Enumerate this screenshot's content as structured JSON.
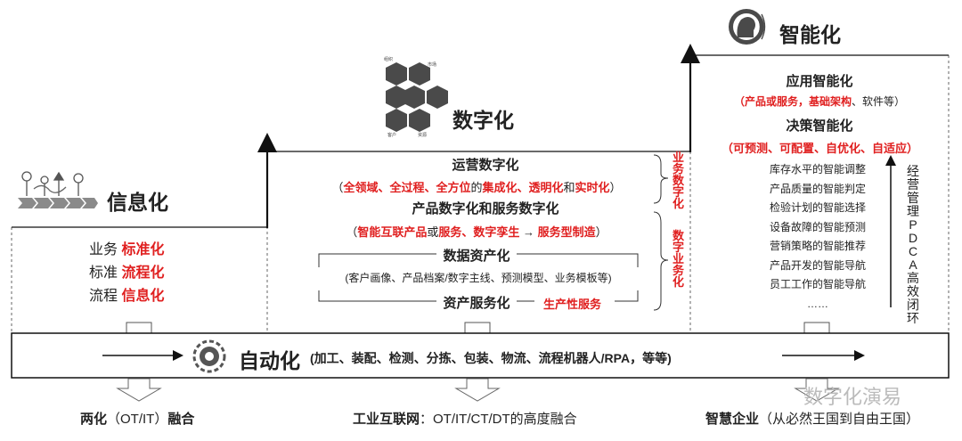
{
  "stages": {
    "info": {
      "title": "信息化",
      "rows": [
        {
          "label": "业务",
          "value": "标准化"
        },
        {
          "label": "标准",
          "value": "流程化"
        },
        {
          "label": "流程",
          "value": "信息化"
        }
      ]
    },
    "digital": {
      "title": "数字化",
      "hex_labels": [
        "组织",
        "市场",
        "客户",
        "资源"
      ],
      "ops_title": "运营数字化",
      "ops_parts": [
        {
          "text": "（",
          "red": false
        },
        {
          "text": "全领域、全过程、全方位",
          "red": true
        },
        {
          "text": "的",
          "red": false
        },
        {
          "text": "集成化、透明化",
          "red": true
        },
        {
          "text": "和",
          "red": false
        },
        {
          "text": "实时化",
          "red": true
        },
        {
          "text": "）",
          "red": false
        }
      ],
      "product_title": "产品数字化和服务数字化",
      "product_parts": [
        {
          "text": "（",
          "red": false
        },
        {
          "text": "智能互联产品",
          "red": true
        },
        {
          "text": "或",
          "red": false
        },
        {
          "text": "服务、数字孪生",
          "red": true
        },
        {
          "text": " → ",
          "red": false
        },
        {
          "text": "服务型制造",
          "red": true
        },
        {
          "text": "）",
          "red": false
        }
      ],
      "data_asset_title": "数据资产化",
      "data_asset_desc": "(客户画像、产品档案/数字主线、预测模型、业务模板等)",
      "asset_service": "资产服务化",
      "productive_service": "生产性服务",
      "side_label_1": "业务数字化",
      "side_label_2": "数字业务化"
    },
    "smart": {
      "title": "智能化",
      "app_title": "应用智能化",
      "app_parts": [
        {
          "text": "（",
          "red": true
        },
        {
          "text": "产品或服务，基础架构",
          "red": true
        },
        {
          "text": "、软件等）",
          "red": false
        }
      ],
      "decision_title": "决策智能化",
      "decision_desc": "（可预测、可配置、自优化、自适应）",
      "items": [
        "库存水平的智能调整",
        "产品质量的智能判定",
        "检验计划的智能选择",
        "设备故障的智能预测",
        "营销策略的智能推荐",
        "产品开发的智能导航",
        "员工工作的智能导航",
        "……"
      ],
      "pdca_label": "经营管理PDCA高效闭环"
    }
  },
  "automation": {
    "title": "自动化",
    "desc": "(加工、装配、检测、分拣、包装、物流、流程机器人/RPA，等等)"
  },
  "bottom": [
    {
      "bold": "两化",
      "normal": "（OT/IT）",
      "bold2": "融合"
    },
    {
      "bold": "工业互联网",
      "normal": "：OT/IT/CT/DT的高度融合",
      "bold2": ""
    },
    {
      "bold": "智慧企业",
      "normal": "（从必然王国到自由王国）",
      "bold2": ""
    }
  ],
  "watermark": "数字化演易",
  "colors": {
    "accent_red": "#e02020",
    "line_dark": "#222222",
    "box_border": "#333333"
  }
}
